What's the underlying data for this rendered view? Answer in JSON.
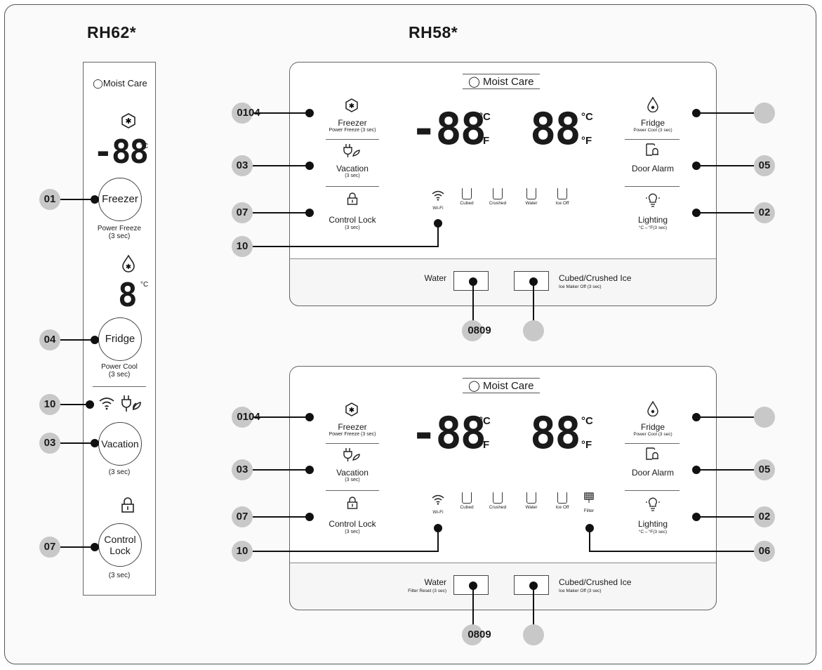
{
  "models": {
    "left": "RH62*",
    "right": "RH58*"
  },
  "moist_care": "Moist Care",
  "temp_display": {
    "freezer": "-88",
    "fridge": "88",
    "single": "8",
    "unit_c": "°C",
    "unit_f": "°F",
    "unit_deg": "°C"
  },
  "controls": {
    "freezer": "Freezer",
    "power_freeze": "Power Freeze (3 sec)",
    "power_freeze_left": "Power Freeze",
    "fridge": "Fridge",
    "power_cool": "Power Cool (3 sec)",
    "power_cool_left": "Power Cool",
    "three_sec": "(3 sec)",
    "vacation": "Vacation",
    "control_lock": "Control Lock",
    "control": "Control",
    "lock": "Lock",
    "door_alarm": "Door Alarm",
    "lighting": "Lighting",
    "lighting_hint": "°C↔°F(3 sec)"
  },
  "status_icons": {
    "wifi": "Wi-Fi",
    "cubed": "Cubed",
    "crushed": "Crushed",
    "water": "Water",
    "ice_off": "Ice Off",
    "filter": "Filter"
  },
  "dispenser": {
    "water": "Water",
    "filter_reset": "Filter Reset (3 sec)",
    "cubed_crushed": "Cubed/Crushed Ice",
    "ice_maker_off": "Ice Maker Off (3 sec)"
  },
  "callouts": {
    "c01": "01",
    "c02": "02",
    "c03": "03",
    "c04": "04",
    "c05": "05",
    "c06": "06",
    "c07": "07",
    "c10": "10",
    "c0104": "0104",
    "c0809": "0809"
  }
}
